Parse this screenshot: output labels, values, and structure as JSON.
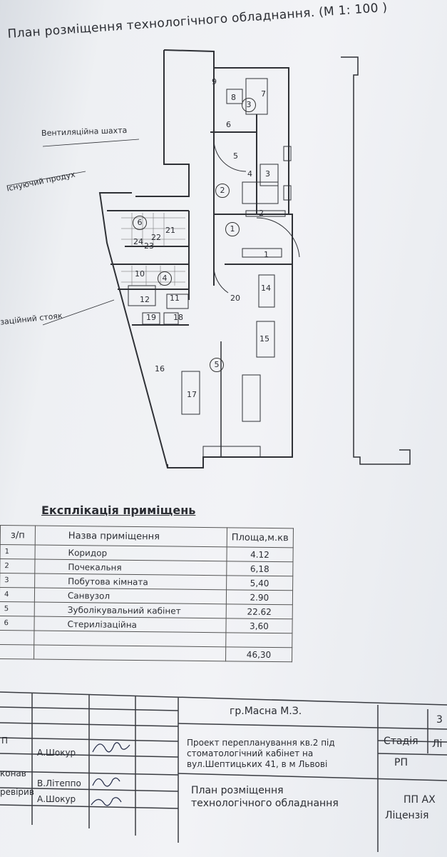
{
  "plan": {
    "title": "План розміщення технологічного обладнання. (М 1: 100 )",
    "labels": {
      "ventilation": "Вентиляційна шахта",
      "existing_flue": "Існуючий продух",
      "riser": "заційний стояк"
    },
    "room_numbers": [
      "1",
      "2",
      "3",
      "4",
      "5",
      "6"
    ],
    "equipment_numbers": [
      "1",
      "2",
      "3",
      "4",
      "5",
      "6",
      "7",
      "8",
      "9",
      "10",
      "11",
      "12",
      "14",
      "15",
      "16",
      "17",
      "18",
      "19",
      "20",
      "21",
      "22",
      "23",
      "24"
    ]
  },
  "explication": {
    "title": "Експлікація приміщень",
    "headers": {
      "num": "з/п",
      "name": "Назва приміщення",
      "area": "Площа,м.кв"
    },
    "rows": [
      {
        "num": "1",
        "name": "Коридор",
        "area": "4.12"
      },
      {
        "num": "2",
        "name": "Почекальня",
        "area": "6,18"
      },
      {
        "num": "3",
        "name": "Побутова кімната",
        "area": "5,40"
      },
      {
        "num": "4",
        "name": "Санвузол",
        "area": "2.90"
      },
      {
        "num": "5",
        "name": "Зуболікувальний кабінет",
        "area": "22.62"
      },
      {
        "num": "6",
        "name": "Стерилізаційна",
        "area": "3,60"
      }
    ],
    "total": "46,30"
  },
  "stamp": {
    "owner": "гр.Масна М.З.",
    "sheet_no": "3",
    "row_labels": [
      "П",
      "конав",
      "ревірив"
    ],
    "names": [
      "А.Шокур",
      "В.Літеппо",
      "А.Шокур"
    ],
    "project": "Проект перепланування кв.2 під стоматологічний кабінет на вул.Шептицьких 41, в м Львові",
    "sheet_title": "План розміщення технологічного обладнання",
    "stage_label": "Стадія",
    "stage_value": "РП",
    "sheet_label": "Лі",
    "company": "ПП АХ",
    "license": "Ліцензія"
  }
}
